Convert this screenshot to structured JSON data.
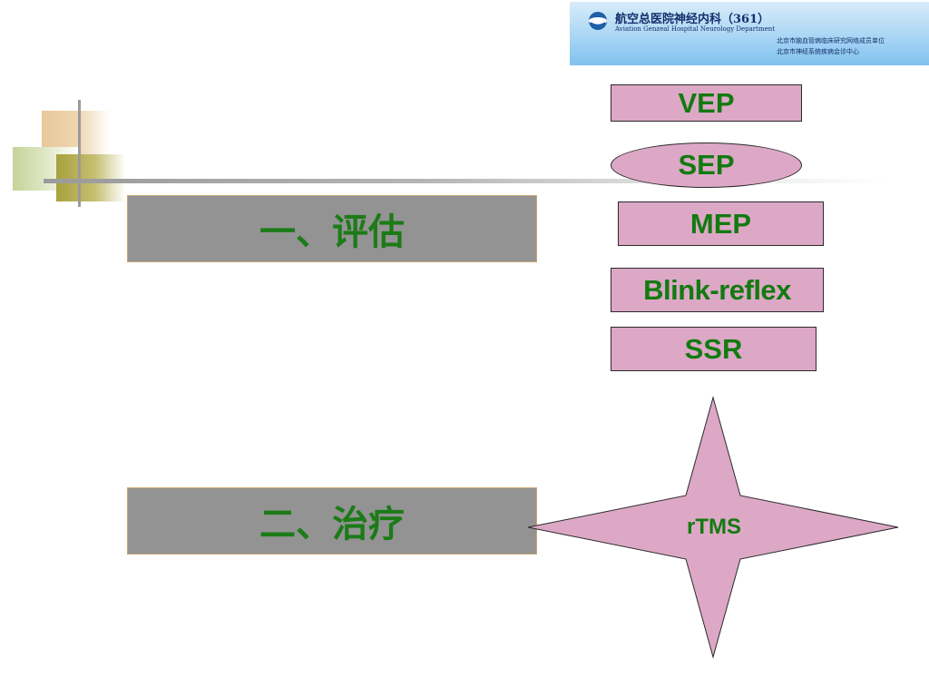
{
  "banner": {
    "title": "航空总医院神经内科（361）",
    "subtitle": "Aviation Genzeal Hospital Neurology Department",
    "line1": "北京市脑血管病临床研究网络成员单位",
    "line2": "北京市神经系统疾病会诊中心"
  },
  "sections": {
    "assessment": "一、评估",
    "treatment": "二、治疗"
  },
  "tests": {
    "vep": "VEP",
    "sep": "SEP",
    "mep": "MEP",
    "blink": "Blink-reflex",
    "ssr": "SSR"
  },
  "treatment_method": "rTMS",
  "colors": {
    "label_text": "#1c7b17",
    "pink_fill": "#dca8c6",
    "gray_fill": "#939393"
  }
}
